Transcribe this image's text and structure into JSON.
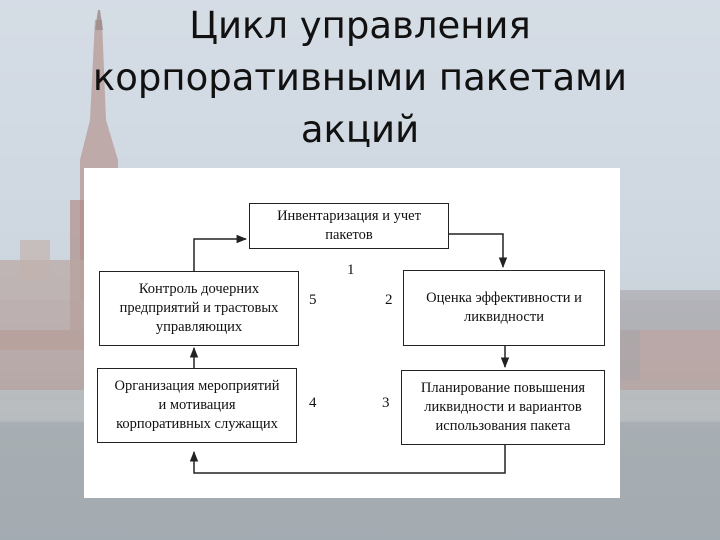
{
  "title": {
    "line1": "Цикл управления",
    "line2": "корпоративными пакетами",
    "line3": "акций"
  },
  "diagram": {
    "box1": {
      "line1": "Инвентаризация и учет",
      "line2": "пакетов"
    },
    "box2": {
      "line1": "Оценка эффективности и",
      "line2": "ликвидности"
    },
    "box3": {
      "line1": "Планирование повышения",
      "line2": "ликвидности и вариантов",
      "line3": "использования пакета"
    },
    "box4": {
      "line1": "Организация мероприятий",
      "line2": "и мотивация",
      "line3": "корпоративных служащих"
    },
    "box5": {
      "line1": "Контроль дочерних",
      "line2": "предприятий и трастовых",
      "line3": "управляющих"
    },
    "numbers": [
      "1",
      "2",
      "3",
      "4",
      "5"
    ]
  },
  "colors": {
    "line": "#222222",
    "text": "#111111"
  }
}
